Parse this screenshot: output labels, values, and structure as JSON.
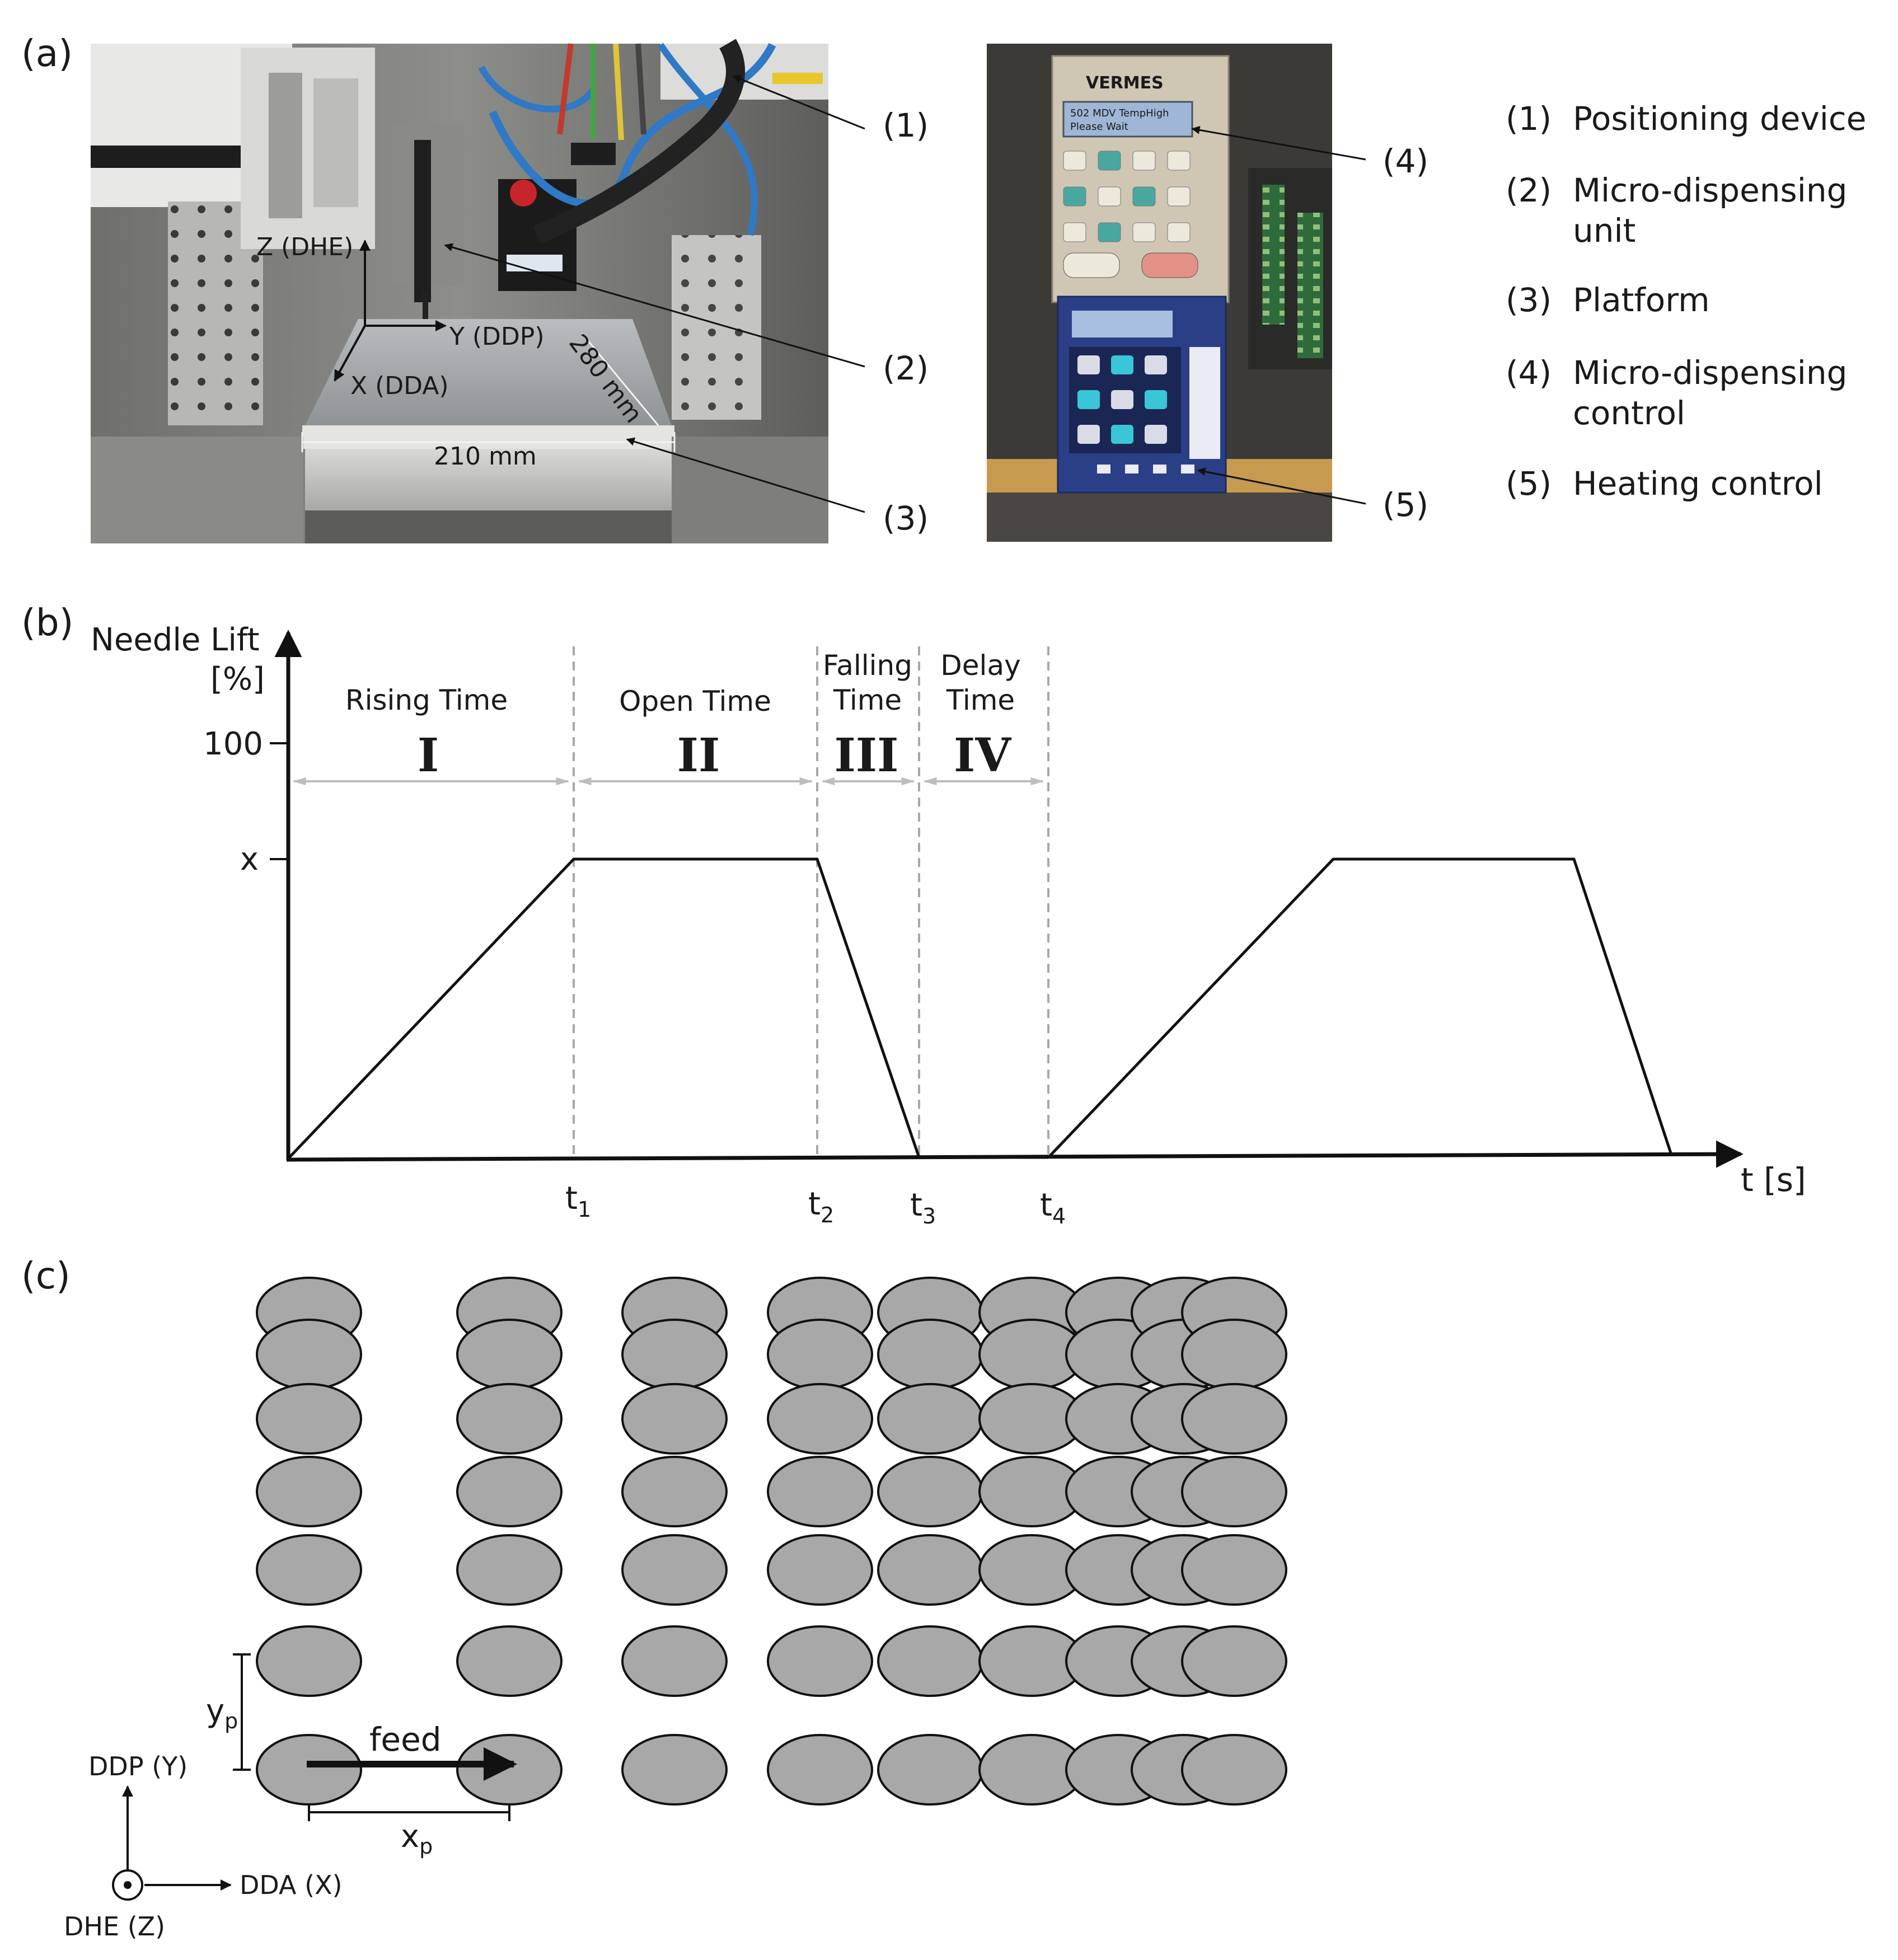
{
  "panel_a": {
    "letter": "(a)",
    "photo_labels": {
      "z_axis": "Z (DHE)",
      "y_axis": "Y (DDP)",
      "x_axis": "X (DDA)",
      "length_280": "280 mm",
      "width_210": "210 mm"
    },
    "device_text": {
      "brand": "VERMES",
      "lcd_line1": "502 MDV TempHigh",
      "lcd_line2": "Please Wait"
    },
    "callouts": [
      "(1)",
      "(2)",
      "(3)",
      "(4)",
      "(5)"
    ],
    "legend": [
      {
        "num": "(1)",
        "lines": [
          "Positioning device"
        ]
      },
      {
        "num": "(2)",
        "lines": [
          "Micro-dispensing",
          "unit"
        ]
      },
      {
        "num": "(3)",
        "lines": [
          "Platform"
        ]
      },
      {
        "num": "(4)",
        "lines": [
          "Micro-dispensing",
          "control"
        ]
      },
      {
        "num": "(5)",
        "lines": [
          "Heating control"
        ]
      }
    ]
  },
  "panel_b": {
    "letter": "(b)",
    "y_label_1": "Needle Lift",
    "y_label_2": "[%]",
    "y_tick_100": "100",
    "y_tick_x": "x",
    "x_label": "t [s]",
    "time_marks": [
      {
        "base": "t",
        "sub": "1"
      },
      {
        "base": "t",
        "sub": "2"
      },
      {
        "base": "t",
        "sub": "3"
      },
      {
        "base": "t",
        "sub": "4"
      }
    ],
    "phases": [
      {
        "lines": [
          "Rising Time"
        ],
        "roman": "I"
      },
      {
        "lines": [
          "Open Time"
        ],
        "roman": "II"
      },
      {
        "lines": [
          "Falling",
          "Time"
        ],
        "roman": "III"
      },
      {
        "lines": [
          "Delay",
          "Time"
        ],
        "roman": "IV"
      }
    ]
  },
  "panel_c": {
    "letter": "(c)",
    "feed_label": "feed",
    "yp_base": "y",
    "yp_sub": "p",
    "xp_base": "x",
    "xp_sub": "p",
    "axis_ddp": "DDP (Y)",
    "axis_dda": "DDA (X)",
    "axis_dhe": "DHE (Z)",
    "droplet_color": "#a8a8a8"
  }
}
